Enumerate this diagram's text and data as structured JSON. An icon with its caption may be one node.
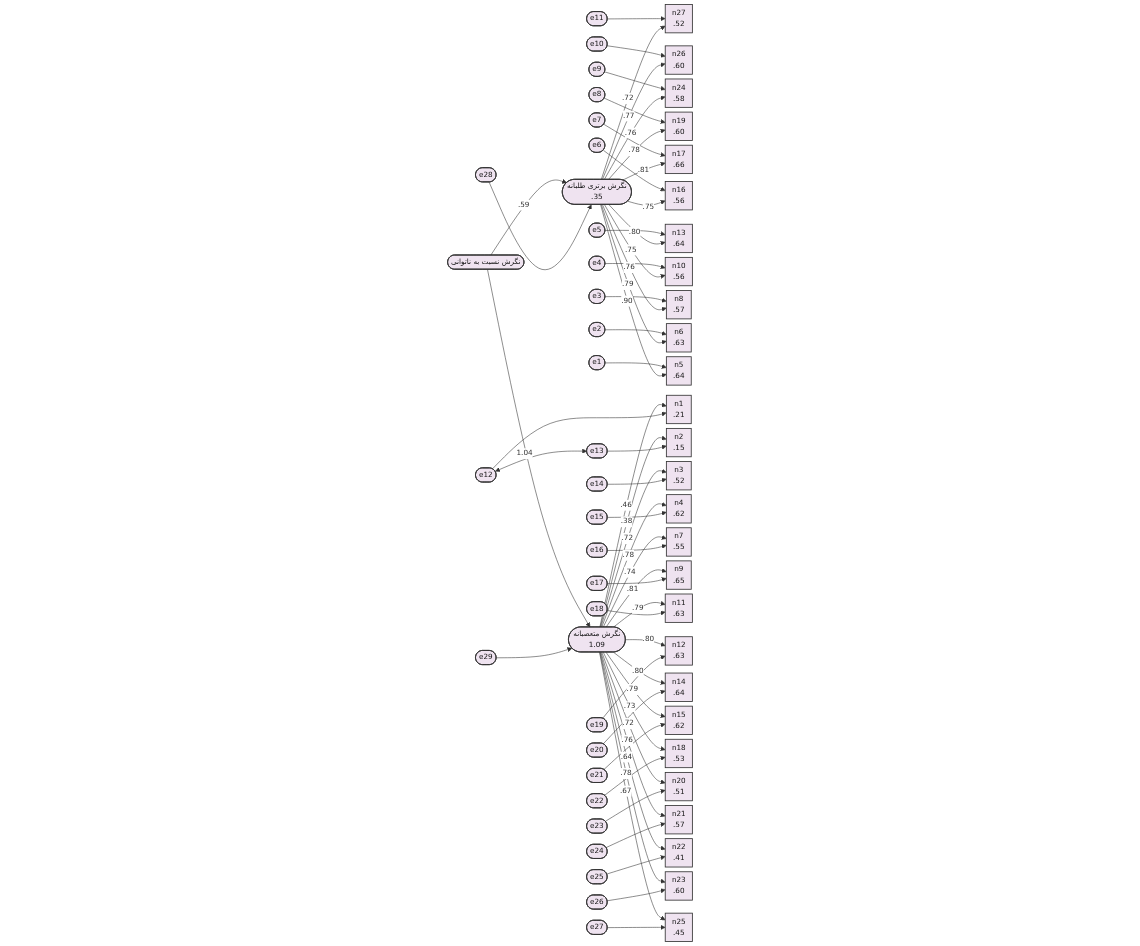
{
  "diagram": {
    "nodes": [
      {
        "text": [
          "نگرش نسبت به ناتوانی"
        ]
      },
      {
        "text": [
          "e28"
        ]
      },
      {
        "text": [
          "e29"
        ]
      },
      {
        "text": [
          "نگرش برتری طلبانه",
          ".35"
        ]
      },
      {
        "text": [
          "نگرش متعصبانه",
          "1.09"
        ]
      },
      {
        "text": [
          "e11"
        ]
      },
      {
        "text": [
          "n27",
          ".52"
        ]
      },
      {
        "text": [
          "e10"
        ]
      },
      {
        "text": [
          "n26",
          ".60"
        ]
      },
      {
        "text": [
          "e9"
        ]
      },
      {
        "text": [
          "n24",
          ".58"
        ]
      },
      {
        "text": [
          "e8"
        ]
      },
      {
        "text": [
          "n19",
          ".60"
        ]
      },
      {
        "text": [
          "e7"
        ]
      },
      {
        "text": [
          "n17",
          ".66"
        ]
      },
      {
        "text": [
          "e6"
        ]
      },
      {
        "text": [
          "n16",
          ".56"
        ]
      },
      {
        "text": [
          "e5"
        ]
      },
      {
        "text": [
          "n13",
          ".64"
        ]
      },
      {
        "text": [
          "e4"
        ]
      },
      {
        "text": [
          "n10",
          ".56"
        ]
      },
      {
        "text": [
          "e3"
        ]
      },
      {
        "text": [
          "n8",
          ".57"
        ]
      },
      {
        "text": [
          "e2"
        ]
      },
      {
        "text": [
          "n6",
          ".63"
        ]
      },
      {
        "text": [
          "e1"
        ]
      },
      {
        "text": [
          "n5",
          ".64"
        ]
      },
      {
        "text": [
          "n1",
          ".21"
        ]
      },
      {
        "text": [
          "e12"
        ]
      },
      {
        "text": [
          "n2",
          ".15"
        ]
      },
      {
        "text": [
          "e13"
        ]
      },
      {
        "text": [
          "n3",
          ".52"
        ]
      },
      {
        "text": [
          "e14"
        ]
      },
      {
        "text": [
          "n4",
          ".62"
        ]
      },
      {
        "text": [
          "e15"
        ]
      },
      {
        "text": [
          "n7",
          ".55"
        ]
      },
      {
        "text": [
          "e16"
        ]
      },
      {
        "text": [
          "n9",
          ".65"
        ]
      },
      {
        "text": [
          "e17"
        ]
      },
      {
        "text": [
          "n11",
          ".63"
        ]
      },
      {
        "text": [
          "e18"
        ]
      },
      {
        "text": [
          "n12",
          ".63"
        ]
      },
      {
        "text": [
          "e19"
        ]
      },
      {
        "text": [
          "n14",
          ".64"
        ]
      },
      {
        "text": [
          "e20"
        ]
      },
      {
        "text": [
          "n15",
          ".62"
        ]
      },
      {
        "text": [
          "e21"
        ]
      },
      {
        "text": [
          "n18",
          ".53"
        ]
      },
      {
        "text": [
          "e22"
        ]
      },
      {
        "text": [
          "n20",
          ".51"
        ]
      },
      {
        "text": [
          "e23"
        ]
      },
      {
        "text": [
          "n21",
          ".57"
        ]
      },
      {
        "text": [
          "e24"
        ]
      },
      {
        "text": [
          "n22",
          ".41"
        ]
      },
      {
        "text": [
          "e25"
        ]
      },
      {
        "text": [
          "n23",
          ".60"
        ]
      },
      {
        "text": [
          "e26"
        ]
      },
      {
        "text": [
          "n25",
          ".45"
        ]
      },
      {
        "text": [
          "e27"
        ]
      }
    ],
    "edges": [
      {
        "from": 0,
        "to": 3,
        "arrow": "to",
        "label": ".59"
      },
      {
        "from": 0,
        "to": 4,
        "arrow": "to",
        "label": "1.04"
      },
      {
        "from": 1,
        "to": 3,
        "arrow": "to"
      },
      {
        "from": 2,
        "to": 4,
        "arrow": "to"
      },
      {
        "from": 5,
        "to": 6,
        "arrow": "to"
      },
      {
        "from": 3,
        "to": 6,
        "arrow": "to",
        "label": ".72"
      },
      {
        "from": 7,
        "to": 8,
        "arrow": "to"
      },
      {
        "from": 3,
        "to": 8,
        "arrow": "to",
        "label": ".77"
      },
      {
        "from": 9,
        "to": 10,
        "arrow": "to"
      },
      {
        "from": 3,
        "to": 10,
        "arrow": "to",
        "label": ".76"
      },
      {
        "from": 11,
        "to": 12,
        "arrow": "to"
      },
      {
        "from": 3,
        "to": 12,
        "arrow": "to",
        "label": ".78"
      },
      {
        "from": 13,
        "to": 14,
        "arrow": "to"
      },
      {
        "from": 3,
        "to": 14,
        "arrow": "to",
        "label": ".81"
      },
      {
        "from": 15,
        "to": 16,
        "arrow": "to"
      },
      {
        "from": 3,
        "to": 16,
        "arrow": "to",
        "label": ".75"
      },
      {
        "from": 17,
        "to": 18,
        "arrow": "to"
      },
      {
        "from": 3,
        "to": 18,
        "arrow": "to",
        "label": ".80"
      },
      {
        "from": 19,
        "to": 20,
        "arrow": "to"
      },
      {
        "from": 3,
        "to": 20,
        "arrow": "to",
        "label": ".75"
      },
      {
        "from": 21,
        "to": 22,
        "arrow": "to"
      },
      {
        "from": 3,
        "to": 22,
        "arrow": "to",
        "label": ".76"
      },
      {
        "from": 23,
        "to": 24,
        "arrow": "to"
      },
      {
        "from": 3,
        "to": 24,
        "arrow": "to",
        "label": ".79"
      },
      {
        "from": 25,
        "to": 26,
        "arrow": "to"
      },
      {
        "from": 3,
        "to": 26,
        "arrow": "to",
        "label": ".90"
      },
      {
        "from": 4,
        "to": 27,
        "arrow": "to",
        "label": ".46"
      },
      {
        "from": 28,
        "to": 27,
        "arrow": "to"
      },
      {
        "from": 4,
        "to": 29,
        "arrow": "to",
        "label": ".38"
      },
      {
        "from": 30,
        "to": 29,
        "arrow": "to"
      },
      {
        "from": 4,
        "to": 31,
        "arrow": "to",
        "label": ".72"
      },
      {
        "from": 32,
        "to": 31,
        "arrow": "to"
      },
      {
        "from": 4,
        "to": 33,
        "arrow": "to",
        "label": ".78"
      },
      {
        "from": 34,
        "to": 33,
        "arrow": "to"
      },
      {
        "from": 4,
        "to": 35,
        "arrow": "to",
        "label": ".74"
      },
      {
        "from": 36,
        "to": 35,
        "arrow": "to"
      },
      {
        "from": 4,
        "to": 37,
        "arrow": "to",
        "label": ".81"
      },
      {
        "from": 38,
        "to": 37,
        "arrow": "to"
      },
      {
        "from": 4,
        "to": 39,
        "arrow": "to",
        "label": ".79"
      },
      {
        "from": 40,
        "to": 39,
        "arrow": "to"
      },
      {
        "from": 4,
        "to": 41,
        "arrow": "to",
        "label": ".80"
      },
      {
        "from": 42,
        "to": 41,
        "arrow": "to"
      },
      {
        "from": 4,
        "to": 43,
        "arrow": "to",
        "label": ".80"
      },
      {
        "from": 44,
        "to": 43,
        "arrow": "to"
      },
      {
        "from": 4,
        "to": 45,
        "arrow": "to",
        "label": ".79"
      },
      {
        "from": 46,
        "to": 45,
        "arrow": "to"
      },
      {
        "from": 4,
        "to": 47,
        "arrow": "to",
        "label": ".73"
      },
      {
        "from": 48,
        "to": 47,
        "arrow": "to"
      },
      {
        "from": 4,
        "to": 49,
        "arrow": "to",
        "label": ".72"
      },
      {
        "from": 50,
        "to": 49,
        "arrow": "to"
      },
      {
        "from": 4,
        "to": 51,
        "arrow": "to",
        "label": ".76"
      },
      {
        "from": 52,
        "to": 51,
        "arrow": "to"
      },
      {
        "from": 4,
        "to": 53,
        "arrow": "to",
        "label": ".64"
      },
      {
        "from": 54,
        "to": 53,
        "arrow": "to"
      },
      {
        "from": 4,
        "to": 55,
        "arrow": "to",
        "label": ".78"
      },
      {
        "from": 56,
        "to": 55,
        "arrow": "to"
      },
      {
        "from": 4,
        "to": 57,
        "arrow": "to",
        "label": ".67"
      },
      {
        "from": 58,
        "to": 57,
        "arrow": "to"
      },
      {
        "from": 28,
        "to": 30,
        "arrow": "both"
      }
    ]
  }
}
